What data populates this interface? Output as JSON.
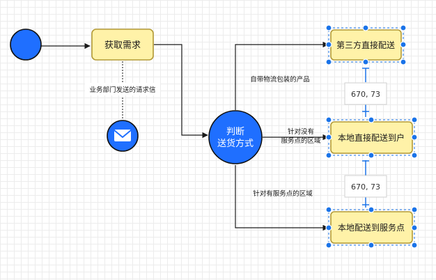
{
  "colors": {
    "start_fill": "#1f6fff",
    "decision_fill": "#1f6fff",
    "process_fill": "#fff2a8",
    "process_border": "#b39a35",
    "handle": "#1a73e8",
    "connector": "#1a1a1a",
    "coord_text": "#333333"
  },
  "nodes": {
    "start": {
      "icon": "start-circle"
    },
    "get_requirement": {
      "label": "获取需求"
    },
    "mail": {
      "icon": "envelope-icon"
    },
    "decision": {
      "line1": "判断",
      "line2": "送货方式"
    },
    "third_party": {
      "label": "第三方直接配送"
    },
    "local_direct": {
      "label": "本地直接配送到户"
    },
    "local_service_point": {
      "label": "本地配送到服务点"
    }
  },
  "edges": {
    "mail_note": "业务部门发送的请求信",
    "to_third_party": "自带物流包装的产品",
    "to_local_direct_line1": "针对没有",
    "to_local_direct_line2": "服务点的区域",
    "to_service_point": "针对有服务点的区域"
  },
  "coord_labels": {
    "upper": "670, 73",
    "lower": "670, 73"
  }
}
